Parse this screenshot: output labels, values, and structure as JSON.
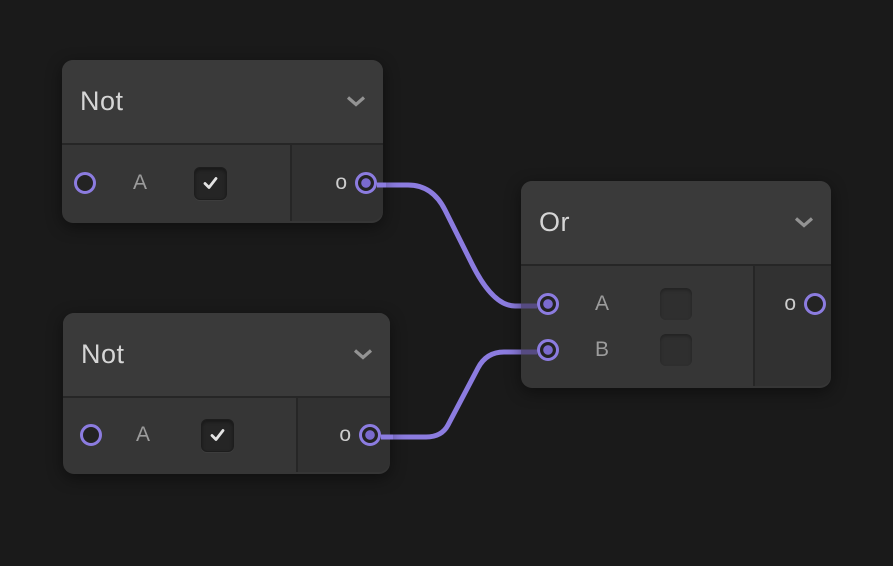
{
  "editor": {
    "type": "node-graph-editor"
  },
  "colors": {
    "background": "#1a1a1a",
    "node_body": "#363636",
    "node_header": "#3a3a3a",
    "node_output_column": "#313131",
    "divider": "#262626",
    "accent_purple": "#8c7ce0",
    "socket_dot_purple": "#7a6ace",
    "wire": "#8c7ce0",
    "wire_dim_stub": "#564b82",
    "title_text": "#d6d6d6",
    "label_text": "#9c9c9c",
    "output_label_text": "#cdcdcd",
    "chevron": "#939393",
    "checkmark": "#e3e3e3"
  },
  "nodes": [
    {
      "id": "not-1",
      "title": "Not",
      "collapse_icon": "chevron-down",
      "inputs": [
        {
          "label": "A",
          "connected": false,
          "control": {
            "type": "checkbox",
            "checked": true,
            "disabled": false
          }
        }
      ],
      "outputs": [
        {
          "label": "o",
          "connected": true
        }
      ]
    },
    {
      "id": "not-2",
      "title": "Not",
      "collapse_icon": "chevron-down",
      "inputs": [
        {
          "label": "A",
          "connected": false,
          "control": {
            "type": "checkbox",
            "checked": true,
            "disabled": false
          }
        }
      ],
      "outputs": [
        {
          "label": "o",
          "connected": true
        }
      ]
    },
    {
      "id": "or-1",
      "title": "Or",
      "collapse_icon": "chevron-down",
      "inputs": [
        {
          "label": "A",
          "connected": true,
          "control": {
            "type": "checkbox",
            "checked": false,
            "disabled": true
          }
        },
        {
          "label": "B",
          "connected": true,
          "control": {
            "type": "checkbox",
            "checked": false,
            "disabled": true
          }
        }
      ],
      "outputs": [
        {
          "label": "o",
          "connected": false
        }
      ]
    }
  ],
  "connections": [
    {
      "from_node": "not-1",
      "from_output": "o",
      "to_node": "or-1",
      "to_input": "A"
    },
    {
      "from_node": "not-2",
      "from_output": "o",
      "to_node": "or-1",
      "to_input": "B"
    }
  ]
}
